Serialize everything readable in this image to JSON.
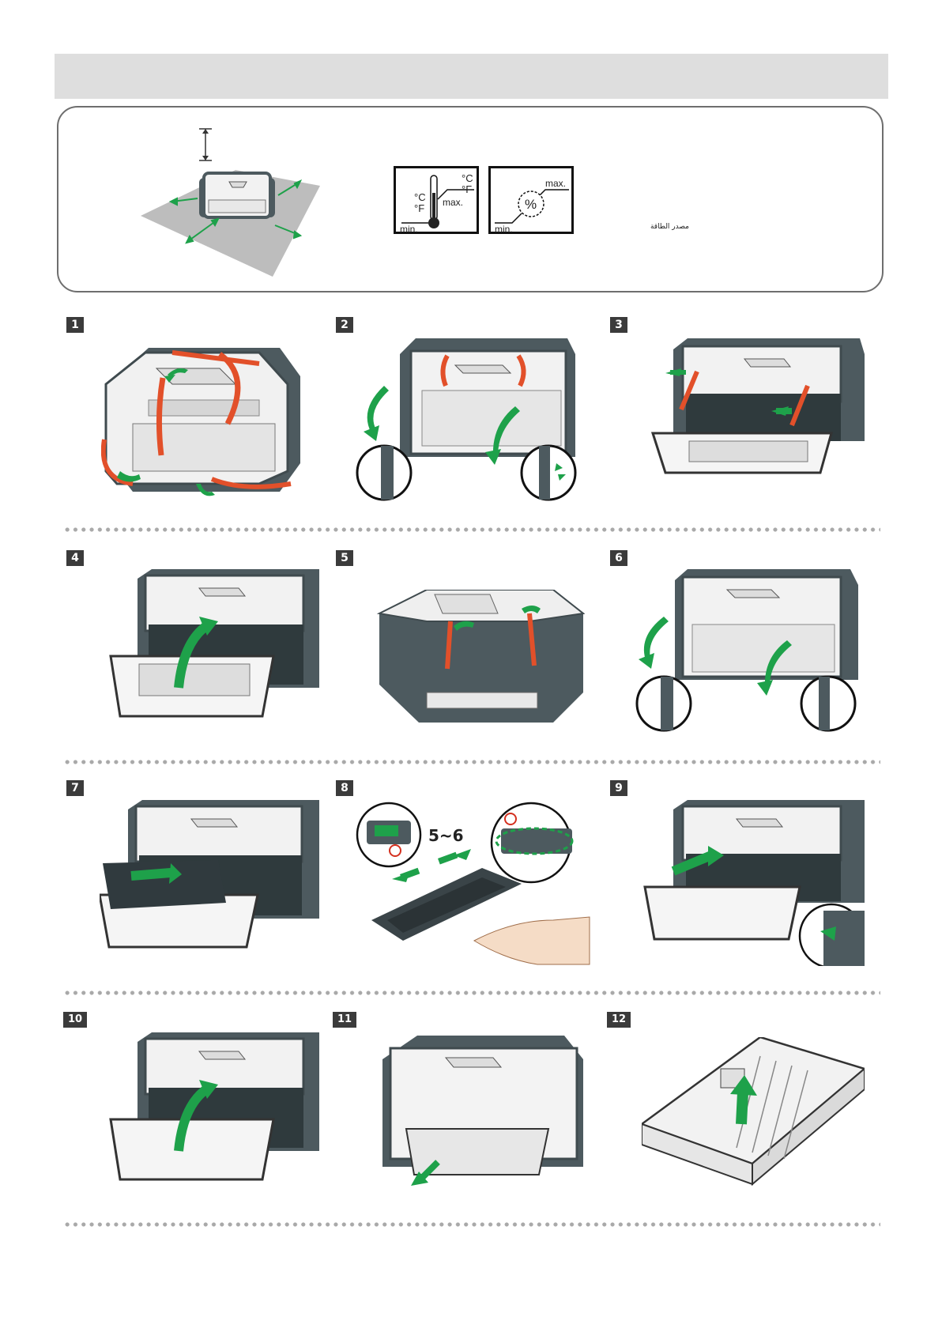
{
  "environment": {
    "temperature_labels": {
      "celsius_top": "°C",
      "fahrenheit_top": "°F",
      "celsius_left": "°C",
      "fahrenheit_left": "°F",
      "max": "max.",
      "min": "min."
    },
    "humidity_labels": {
      "percent": "%",
      "max": "max.",
      "min": "min."
    },
    "power_source_label": "مصدر الطاقة"
  },
  "steps": [
    {
      "label": "1"
    },
    {
      "label": "2"
    },
    {
      "label": "3"
    },
    {
      "label": "4"
    },
    {
      "label": "5"
    },
    {
      "label": "6"
    },
    {
      "label": "7"
    },
    {
      "label": "8"
    },
    {
      "label": "9"
    },
    {
      "label": "10"
    },
    {
      "label": "11"
    },
    {
      "label": "12"
    }
  ],
  "step8": {
    "shake_count": "5~6"
  },
  "icons": {
    "printer": "printer-icon",
    "thermometer": "thermometer-icon",
    "humidity": "humidity-icon",
    "arrow": "arrow-icon"
  },
  "colors": {
    "header": "#dedede",
    "badge": "#3b3b3b",
    "printer_body": "#4d5a5f",
    "tape": "#e2502a",
    "arrow": "#1ea14a"
  }
}
